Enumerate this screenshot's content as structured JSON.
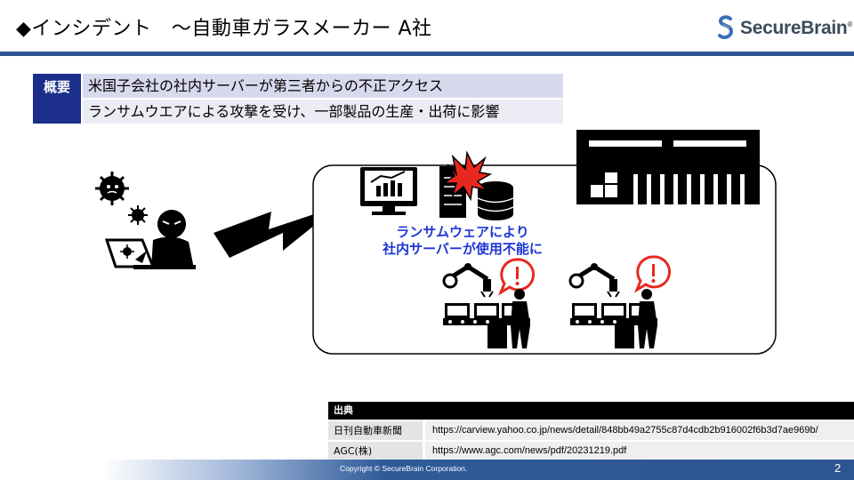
{
  "slide": {
    "title": "◆インシデント　～自動車ガラスメーカー A社",
    "logo_text": "SecureBrain",
    "logo_mark": "®"
  },
  "summary": {
    "label": "概要",
    "rows": [
      "米国子会社の社内サーバーが第三者からの不正アクセス",
      "ランサムウエアによる攻撃を受け、一部製品の生産・出荷に影響"
    ]
  },
  "illustration": {
    "caption_line1": "ランサムウェアにより",
    "caption_line2": "社内サーバーが使用不能に",
    "alert_mark": "!",
    "accent_color": "#e8281f",
    "caption_color": "#1e36d6"
  },
  "sources": {
    "heading": "出典",
    "rows": [
      {
        "name": "日刊自動車新聞",
        "url": "https://carview.yahoo.co.jp/news/detail/848bb49a2755c87d4cdb2b916002f6b3d7ae969b/"
      },
      {
        "name": "AGC(株)",
        "url": "https://www.agc.com/news/pdf/20231219.pdf"
      }
    ]
  },
  "footer": {
    "copyright": "Copyright © SecureBrain Corporation.",
    "page_number": "2"
  }
}
